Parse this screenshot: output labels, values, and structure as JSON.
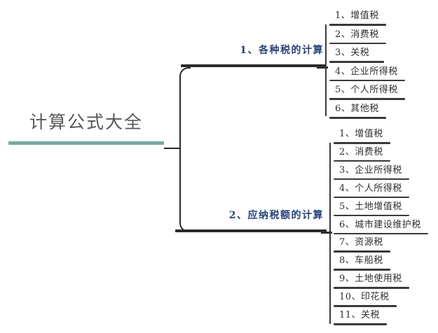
{
  "diagram": {
    "type": "mind-map",
    "title": "计算公式大全",
    "root": {
      "label": "计算公式大全",
      "accent_color": "#7aa8a0"
    },
    "branch_color": "#26427c",
    "line_color": "#2b2b2b",
    "branches": [
      {
        "label": "1、各种税的计算",
        "leaves": [
          {
            "text": "1、增值税"
          },
          {
            "text": "2、消费税"
          },
          {
            "text": "3、关税"
          },
          {
            "text": "4、企业所得税"
          },
          {
            "text": "5、个人所得税"
          },
          {
            "text": "6、其他税"
          }
        ]
      },
      {
        "label": "2、应纳税额的计算",
        "leaves": [
          {
            "text": "1、增值税"
          },
          {
            "text": "2、消费税"
          },
          {
            "text": "3、企业所得税"
          },
          {
            "text": "4、个人所得税"
          },
          {
            "text": "5、土地增值税"
          },
          {
            "text": "6、城市建设维护税"
          },
          {
            "text": "7、资源税"
          },
          {
            "text": "8、车船税"
          },
          {
            "text": "9、土地使用税"
          },
          {
            "text": "10、印花税"
          },
          {
            "text": "11、关税"
          }
        ]
      }
    ]
  }
}
